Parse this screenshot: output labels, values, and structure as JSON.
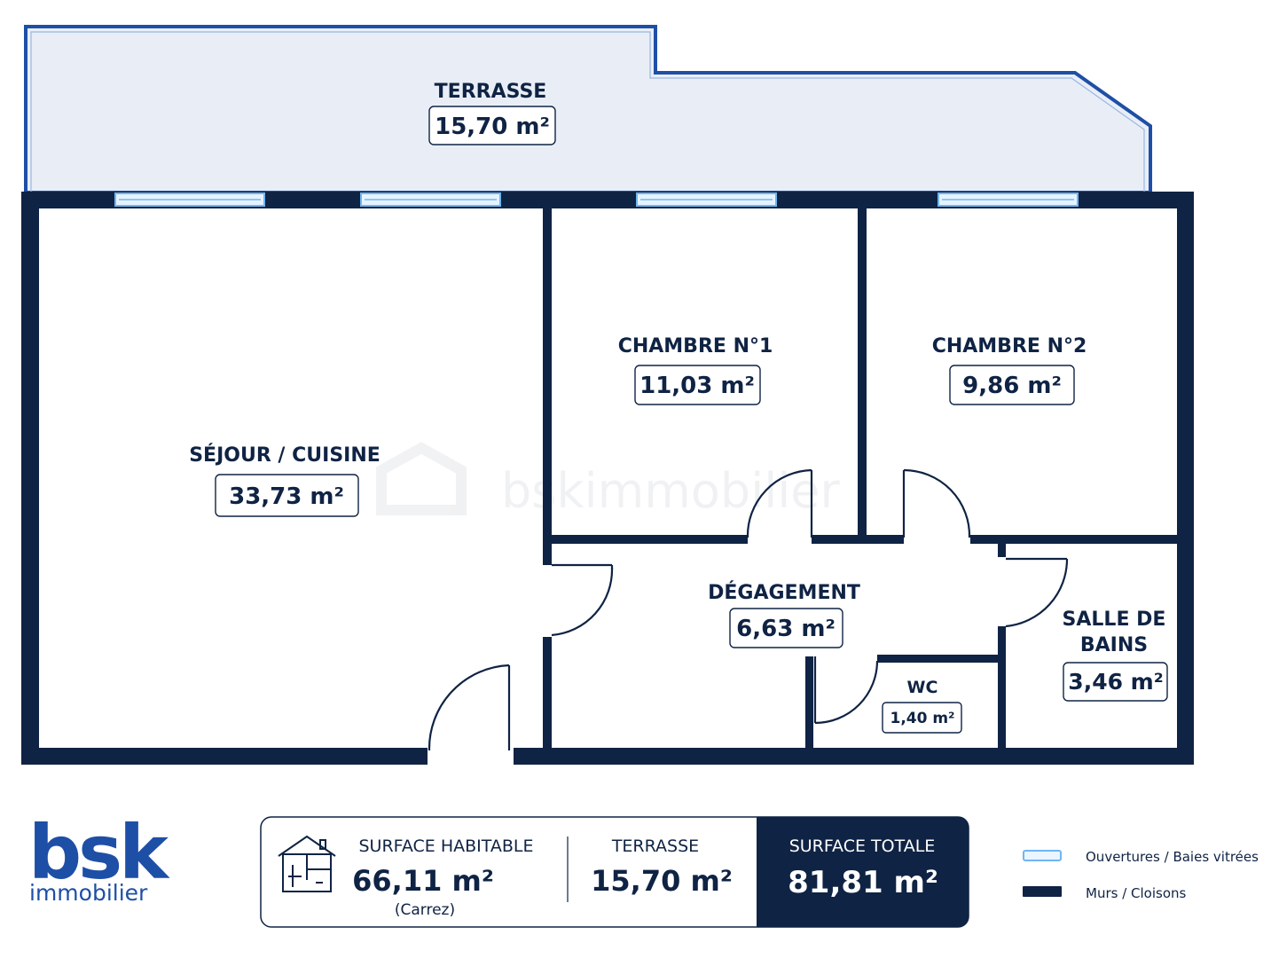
{
  "colors": {
    "wall": "#0f2344",
    "terrace_fill": "#e9eef6",
    "terrace_outline": "#1e4fa6",
    "window": "#6fb6f2",
    "brand": "#1e4fa6",
    "total_bg": "#0f2344"
  },
  "rooms": {
    "terrasse": {
      "name": "TERRASSE",
      "area": "15,70 m²"
    },
    "sejour": {
      "name": "SÉJOUR / CUISINE",
      "area": "33,73 m²"
    },
    "chambre1": {
      "name": "CHAMBRE N°1",
      "area": "11,03 m²"
    },
    "chambre2": {
      "name": "CHAMBRE N°2",
      "area": "9,86 m²"
    },
    "degagement": {
      "name": "DÉGAGEMENT",
      "area": "6,63 m²"
    },
    "sdb": {
      "name_line1": "SALLE DE",
      "name_line2": "BAINS",
      "area": "3,46 m²"
    },
    "wc": {
      "name": "WC",
      "area": "1,40 m²"
    }
  },
  "brand": {
    "name": "bsk",
    "sub": "immobilier",
    "watermark": "bskimmobilier"
  },
  "summary": {
    "habitable_label": "SURFACE HABITABLE",
    "habitable_value": "66,11 m²",
    "habitable_note": "(Carrez)",
    "terrasse_label": "TERRASSE",
    "terrasse_value": "15,70 m²",
    "total_label": "SURFACE TOTALE",
    "total_value": "81,81 m²"
  },
  "legend": {
    "openings": "Ouvertures / Baies vitrées",
    "walls": "Murs / Cloisons"
  },
  "icons": {
    "house": "house-plan-icon",
    "watermark": "bsk-watermark-icon"
  }
}
